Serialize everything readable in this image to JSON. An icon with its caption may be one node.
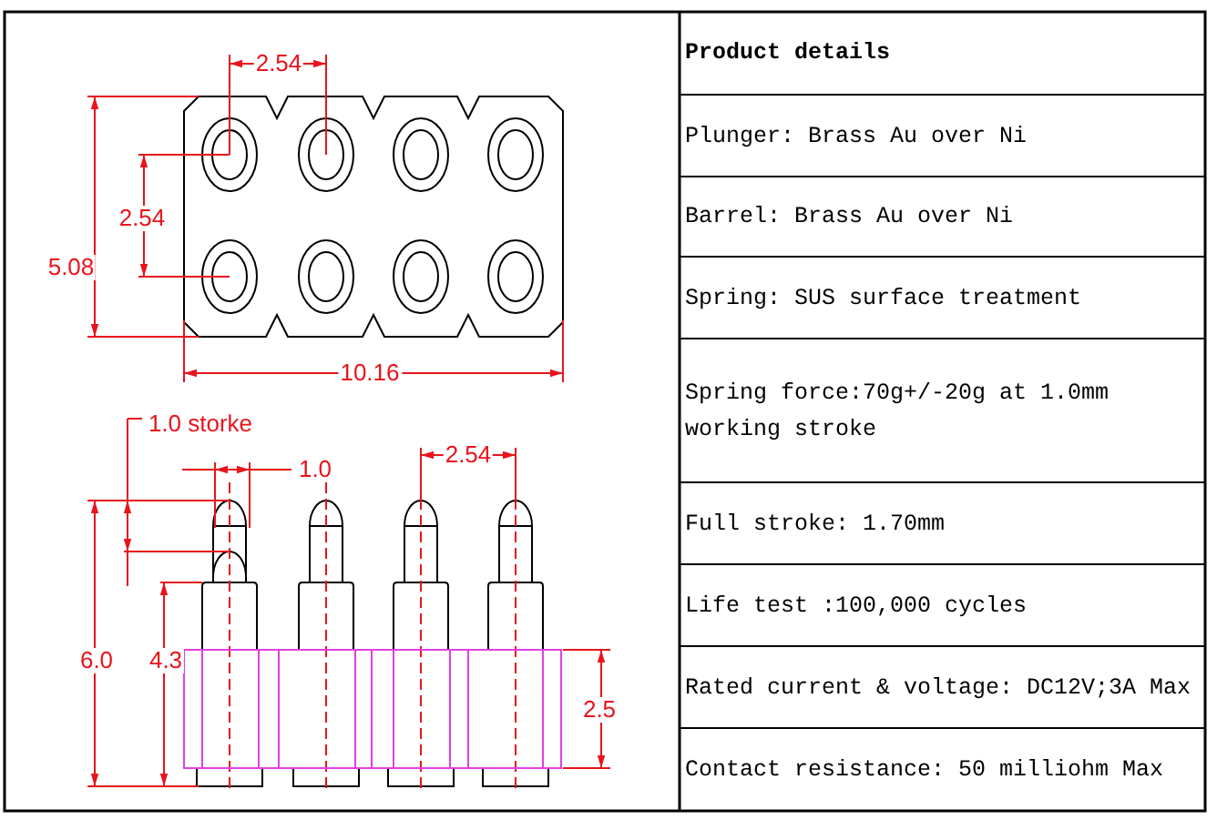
{
  "diagram": {
    "labels": [
      "2.54",
      "2.54",
      "5.08",
      "10.16",
      "1.0 storke",
      "1.0",
      "2.54",
      "6.0",
      "4.3",
      "2.5",
      "Product details",
      "Plunger: Brass Au over Ni",
      "Barrel: Brass Au over Ni",
      "Spring: SUS surface treatment",
      "Spring force:70g+/-20g at 1.0mm working stroke",
      "Full stroke: 1.70mm",
      "Life test :100,000 cycles",
      "Rated current & voltage: DC12V;3A Max",
      "Contact resistance: 50 milliohm Max"
    ]
  }
}
